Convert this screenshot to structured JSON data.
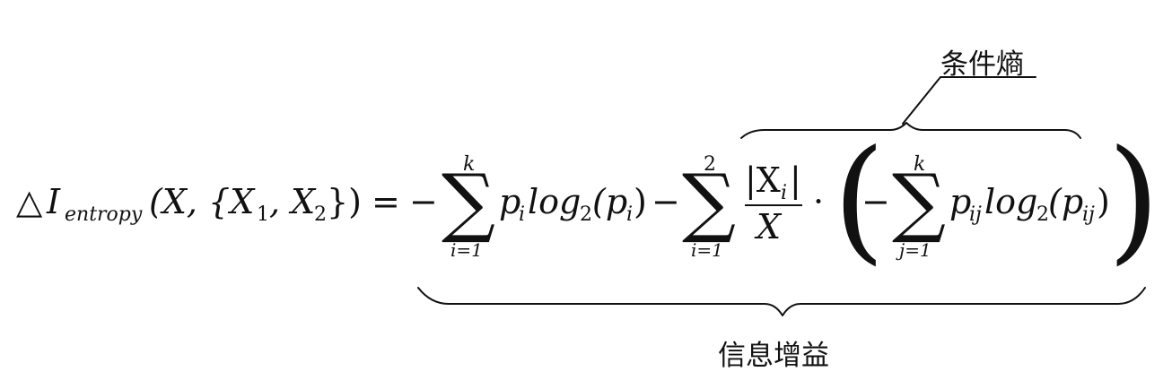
{
  "formula": {
    "lhs": {
      "triangle": "△",
      "symbol": "I",
      "subscript": "entropy",
      "arguments": "(X, {X",
      "sub1": "1",
      "comma": ", X",
      "sub2": "2",
      "close": "})"
    },
    "equals": "=",
    "minus": "−",
    "term1": {
      "upper": "k",
      "lower": "i=1",
      "body_p": "p",
      "body_p_sub": "i",
      "body_log": "log",
      "body_log_sub": "2",
      "body_arg_open": "(p",
      "body_arg_sub": "i",
      "body_arg_close": ")"
    },
    "term2": {
      "upper": "2",
      "lower": "i=1",
      "numerator": "|X",
      "numerator_sub": "i",
      "numerator_close": "|",
      "denominator": "X",
      "dot": "·"
    },
    "inner": {
      "open_paren": "(",
      "minus": "−",
      "upper": "k",
      "lower": "j=1",
      "body_p": "p",
      "body_p_sub": "ij",
      "body_log": "log",
      "body_log_sub": "2",
      "body_arg_open": "(p",
      "body_arg_sub": "ij",
      "body_arg_close": ")",
      "close_paren": ")"
    }
  },
  "annotations": {
    "top_label": "条件熵",
    "bottom_label": "信息增益"
  }
}
